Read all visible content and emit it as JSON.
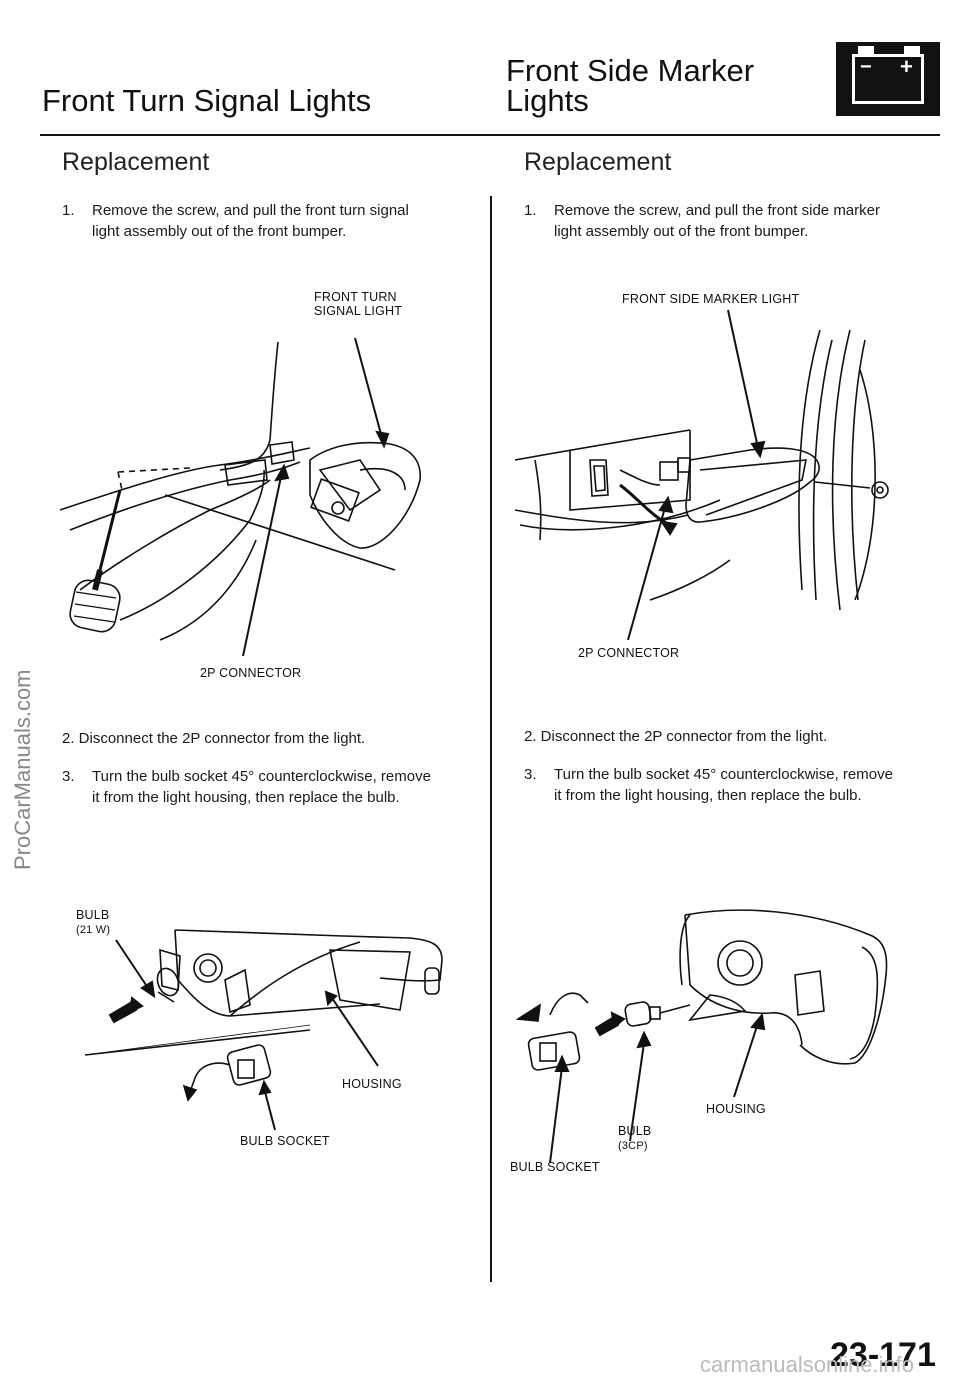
{
  "left": {
    "title": "Front Turn Signal Lights",
    "section": "Replacement",
    "step1_num": "1.",
    "step1_a": "Remove the screw, and pull the front turn signal",
    "step1_b": "light assembly out of the front bumper.",
    "label_light_1": "FRONT TURN",
    "label_light_2": "SIGNAL LIGHT",
    "label_connector": "2P CONNECTOR",
    "step2": "2.  Disconnect the 2P connector from the light.",
    "step3_num": "3.",
    "step3_a": "Turn the bulb socket 45° counterclockwise, remove",
    "step3_b": "it from the light housing, then replace the bulb.",
    "label_bulb": "BULB",
    "label_bulb_spec": "(21 W)",
    "label_housing": "HOUSING",
    "label_socket": "BULB SOCKET"
  },
  "right": {
    "title_1": "Front Side Marker",
    "title_2": "Lights",
    "section": "Replacement",
    "step1_num": "1.",
    "step1_a": "Remove the screw, and pull the front side marker",
    "step1_b": "light assembly out of the front bumper.",
    "label_light": "FRONT SIDE MARKER LIGHT",
    "label_connector": "2P CONNECTOR",
    "step2": "2.  Disconnect the 2P connector from the light.",
    "step3_num": "3.",
    "step3_a": "Turn the bulb socket 45° counterclockwise, remove",
    "step3_b": "it from the light housing, then replace the bulb.",
    "label_bulb": "BULB",
    "label_bulb_spec": "(3CP)",
    "label_housing": "HOUSING",
    "label_socket": "BULB SOCKET"
  },
  "battery_icon": {
    "minus": "−",
    "plus": "+"
  },
  "watermark": "ProCarManuals.com",
  "page_number": "23-171",
  "footer_url": "carmanualsonline.info"
}
